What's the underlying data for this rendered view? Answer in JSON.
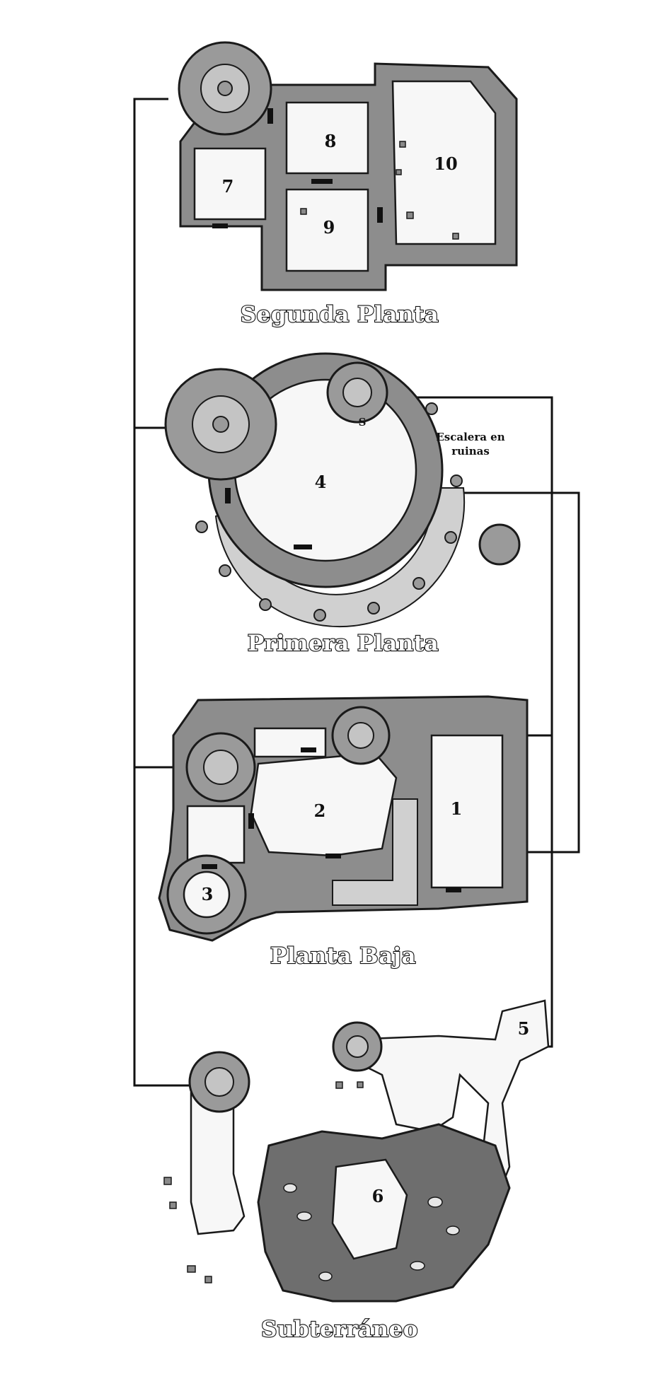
{
  "levels": {
    "segunda": {
      "title": "Segunda Planta",
      "rooms": [
        "7",
        "8",
        "9",
        "10"
      ]
    },
    "primera": {
      "title": "Primera Planta",
      "rooms": [
        "4"
      ],
      "secret_door": "S",
      "note_line1": "Escalera en",
      "note_line2": "ruinas"
    },
    "baja": {
      "title": "Planta Baja",
      "rooms": [
        "1",
        "2",
        "3"
      ]
    },
    "sub": {
      "title": "Subterráneo",
      "rooms": [
        "5",
        "6"
      ]
    }
  },
  "colors": {
    "ink": "#111111",
    "floor": "#f7f7f7",
    "stone": "#8d8d8d",
    "cave": "#6e6e6e"
  }
}
